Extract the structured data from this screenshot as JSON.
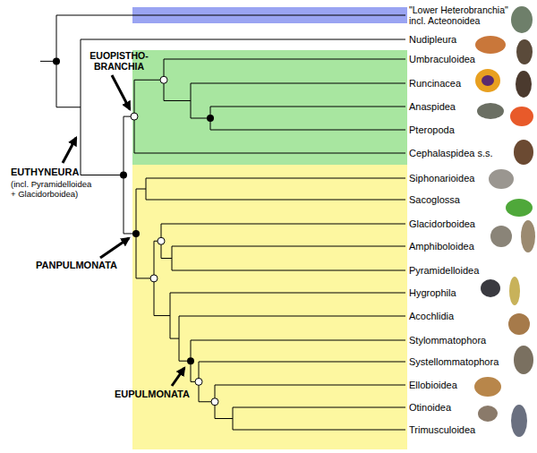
{
  "diagram": {
    "labels": [
      "\"Lower Heterobranchia\" incl. Acteonoidea",
      "Nudipleura",
      "EUOPISTHO- BRANCHIA",
      "Umbraculoidea",
      "Runcinacea",
      "Anaspidea",
      "Pteropoda",
      "Cephalaspidea s.s.",
      "EUTHYNEURA",
      "(incl. Pyramidelloidea + Glacidorboidea)",
      "Siphonarioidea",
      "Sacoglossa",
      "Glacidorboidea",
      "Amphiboloidea",
      "Pyramidelloidea",
      "Hygrophila",
      "Acochlidia",
      "Stylommatophora",
      "Systellommatophora",
      "PANPULMONATA",
      "EUPULMONATA",
      "Ellobioidea",
      "Otinoidea",
      "Trimusculoidea"
    ]
  }
}
